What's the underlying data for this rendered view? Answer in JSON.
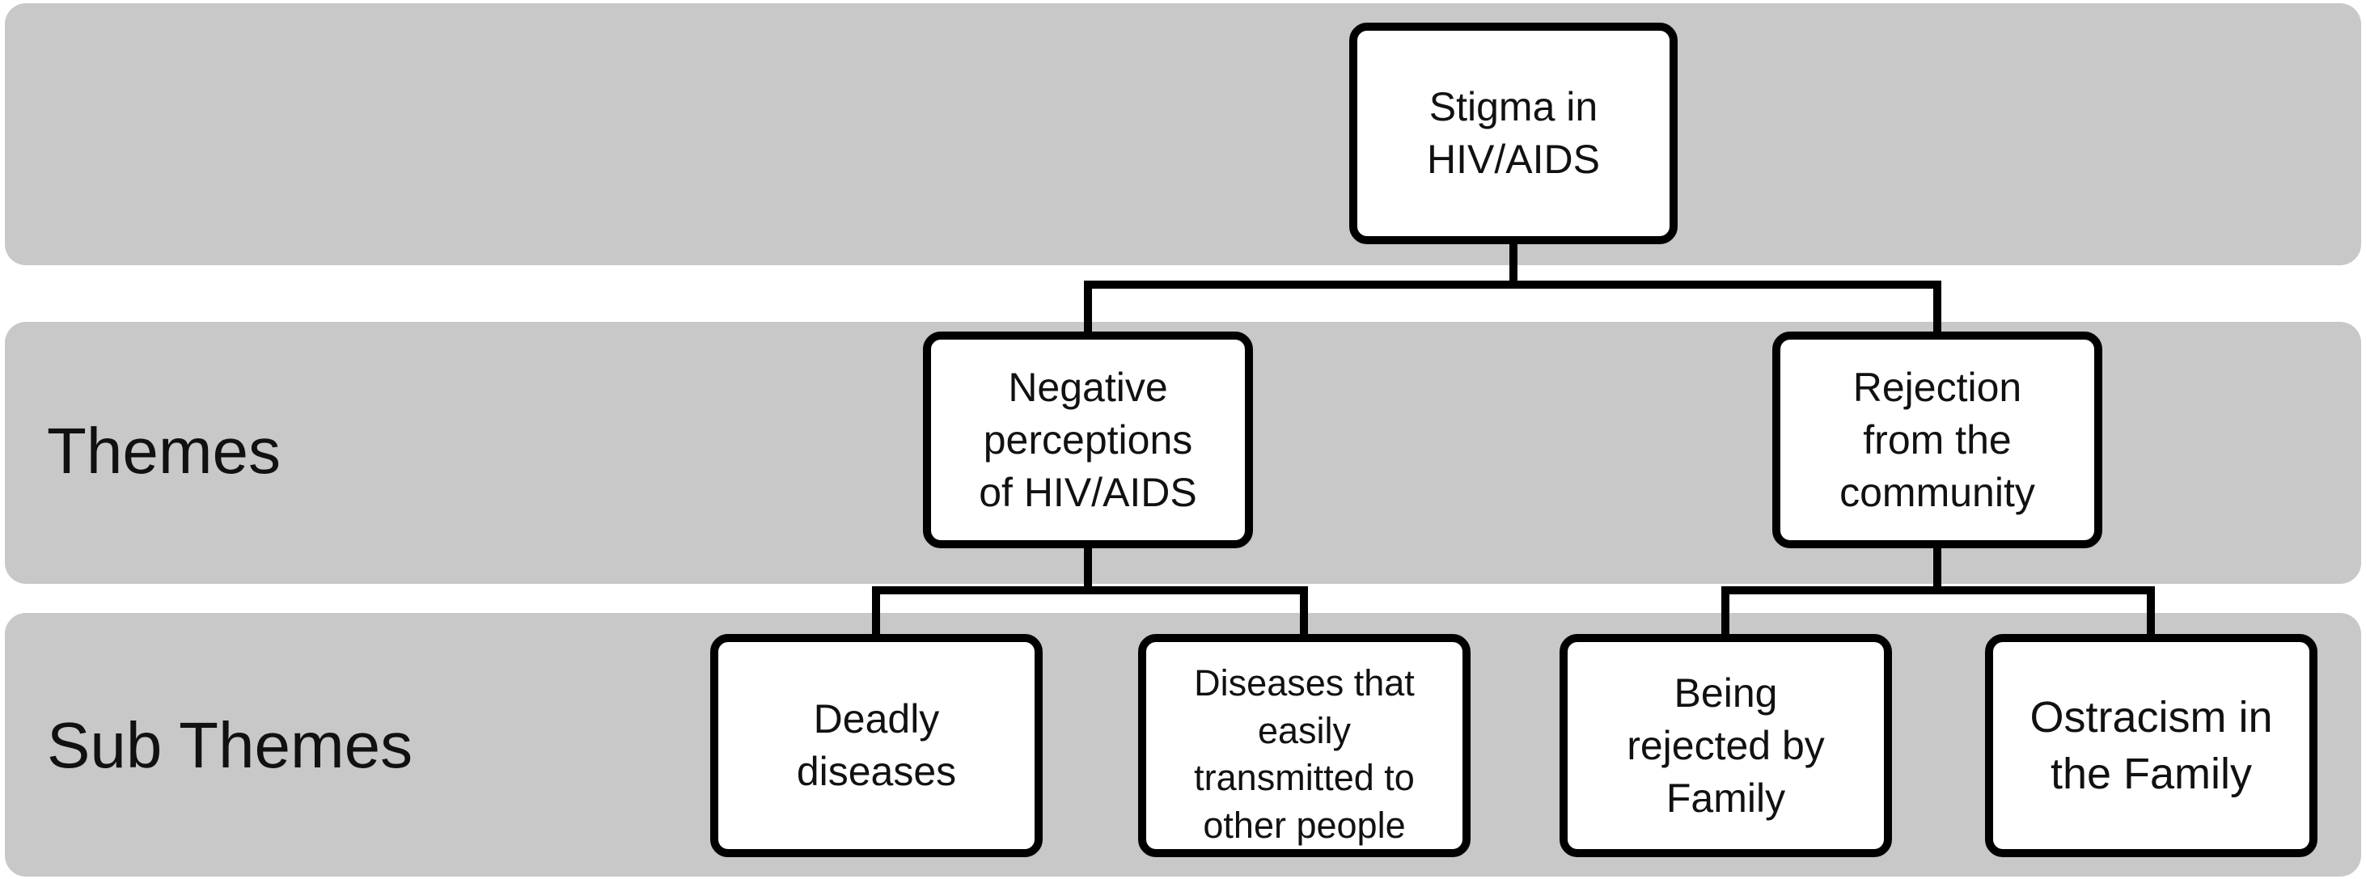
{
  "diagram": {
    "rows": {
      "themes_label": "Themes",
      "sub_themes_label": "Sub Themes"
    },
    "root": "Stigma in\nHIV/AIDS",
    "themes": [
      {
        "label": "Negative\nperceptions\nof HIV/AIDS",
        "sub_themes": [
          "Deadly\ndiseases",
          "Diseases that\neasily\ntransmitted to\nother people"
        ]
      },
      {
        "label": "Rejection\nfrom the\ncommunity",
        "sub_themes": [
          "Being\nrejected by\nFamily",
          "Ostracism in\nthe Family"
        ]
      }
    ]
  }
}
